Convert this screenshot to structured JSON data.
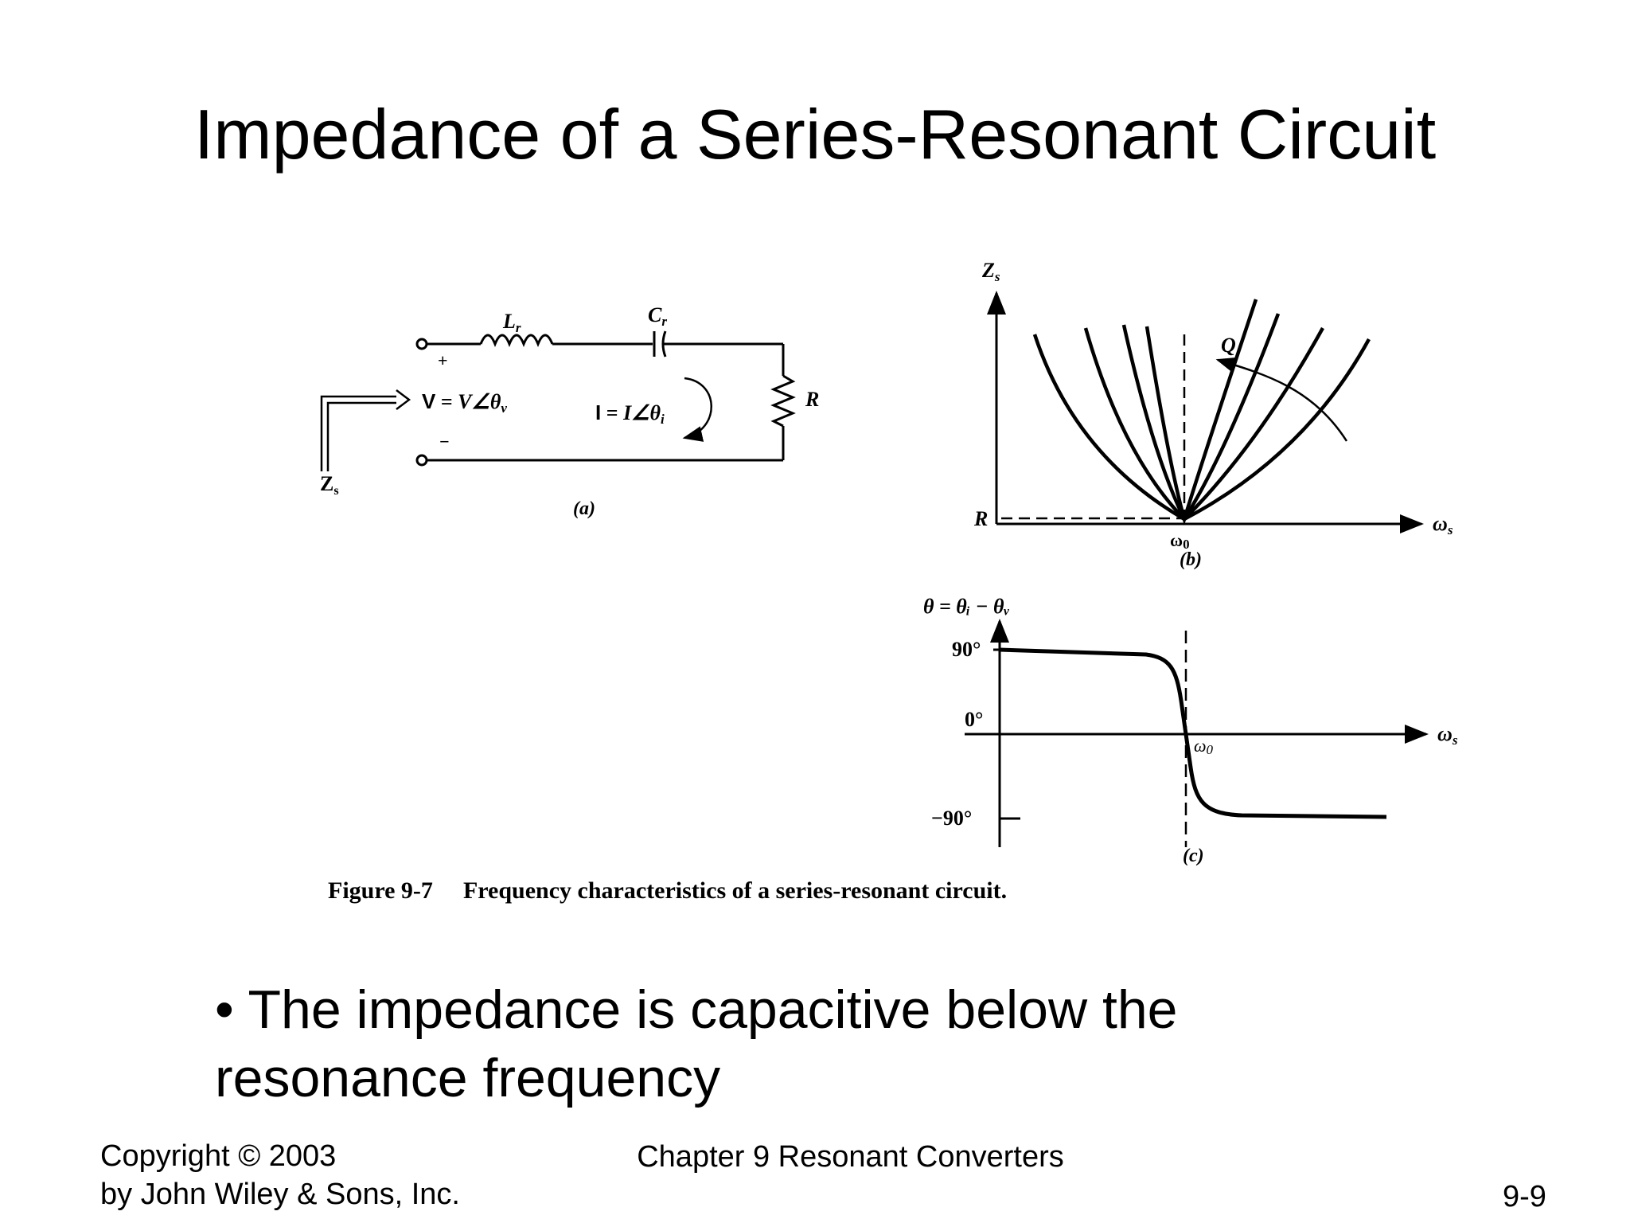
{
  "slide": {
    "title": "Impedance of a Series-Resonant Circuit",
    "bullet": "The impedance is capacitive below the resonance frequency",
    "bullet_marker": "•"
  },
  "figure": {
    "caption_number": "Figure 9-7",
    "caption_text": "Frequency characteristics of a series-resonant circuit.",
    "panel_a": {
      "label": "(a)",
      "inductor": "L",
      "inductor_sub": "r",
      "capacitor": "C",
      "capacitor_sub": "r",
      "resistor": "R",
      "plus": "+",
      "minus": "−",
      "voltage_bold": "V",
      "voltage_eq": " = ",
      "voltage_italic": "V",
      "voltage_angle": "∠θ",
      "voltage_sub": "v",
      "current_bold": "I",
      "current_eq": " = ",
      "current_italic": "I",
      "current_angle": "∠θ",
      "current_sub": "i",
      "zs_main": "Z",
      "zs_sub": "s"
    },
    "panel_b": {
      "label": "(b)",
      "y_axis_main": "Z",
      "y_axis_sub": "s",
      "x_axis_main": "ω",
      "x_axis_sub": "s",
      "r_label": "R",
      "q_label": "Q",
      "resonance_main": "ω",
      "resonance_sub": "0"
    },
    "panel_c": {
      "label": "(c)",
      "y_axis_label": "θ = θᵢ − θᵥ",
      "tick_90": "90°",
      "tick_0": "0°",
      "tick_neg90": "−90°",
      "x_axis_main": "ω",
      "x_axis_sub": "s",
      "resonance_main": "ω",
      "resonance_sub": "0"
    }
  },
  "footer": {
    "copyright_line1": "Copyright © 2003",
    "copyright_line2": "by John Wiley & Sons, Inc.",
    "chapter": "Chapter 9 Resonant Converters",
    "page": "9-9"
  }
}
